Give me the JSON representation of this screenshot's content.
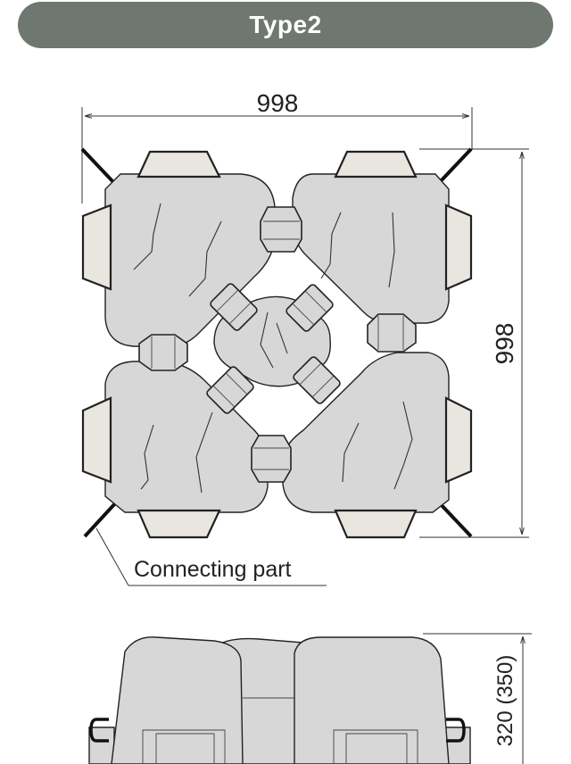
{
  "title": "Type2",
  "plan_view": {
    "width_label": "998",
    "height_label": "998",
    "callout_label": "Connecting part"
  },
  "side_view": {
    "height_label": "320 (350)"
  },
  "colors": {
    "title_bar": "#6e7770",
    "block_fill": "#d7d7d7",
    "pad_fill": "#e9e6df"
  }
}
